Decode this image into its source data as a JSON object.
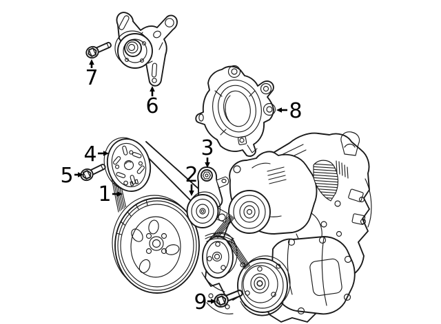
{
  "diagram": {
    "type": "parts-diagram",
    "background_color": "#ffffff",
    "line_color": "#1a1a1a",
    "callout_color": "#000000",
    "callouts": [
      {
        "number": "1"
      },
      {
        "number": "2"
      },
      {
        "number": "3"
      },
      {
        "number": "4"
      },
      {
        "number": "5"
      },
      {
        "number": "6"
      },
      {
        "number": "7"
      },
      {
        "number": "8"
      },
      {
        "number": "9"
      }
    ]
  }
}
